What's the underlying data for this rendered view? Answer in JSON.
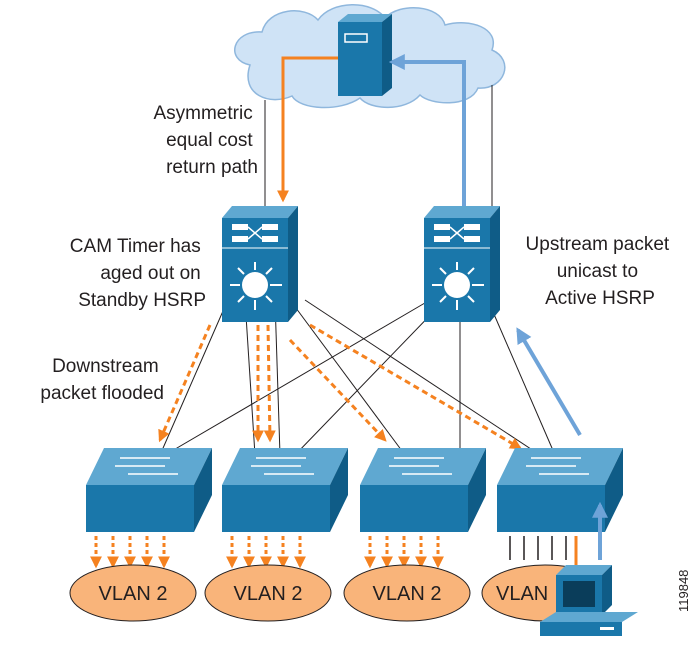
{
  "labels": {
    "return_path": [
      "Asymmetric",
      "equal cost",
      "return path"
    ],
    "cam_timer": [
      "CAM Timer has",
      "aged out on",
      "Standby HSRP"
    ],
    "upstream": [
      "Upstream packet",
      "unicast to",
      "Active HSRP"
    ],
    "flooded": [
      "Downstream",
      "packet flooded"
    ]
  },
  "vlans": [
    "VLAN 2",
    "VLAN 2",
    "VLAN 2",
    "VLAN"
  ],
  "figure_number": "119848",
  "colors": {
    "cloud": "#cfe3f6",
    "device_blue": "#1a77aa",
    "device_top": "#5fa8d1",
    "orange": "#f58220",
    "vlan_fill": "#f9b47a",
    "light_blue_arrow": "#6ea3d8",
    "text": "#231f20"
  },
  "icons": [
    "server-icon",
    "distribution-switch-icon",
    "access-switch-icon",
    "workstation-icon",
    "cloud-icon"
  ]
}
